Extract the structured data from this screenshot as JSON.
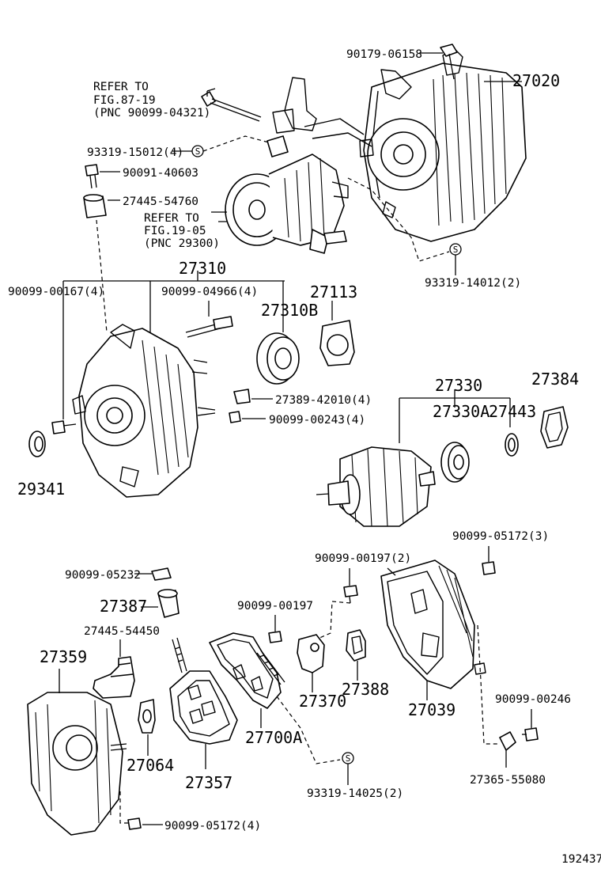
{
  "diagram": {
    "notes": {
      "refer_top": {
        "line1": "REFER TO",
        "line2": "FIG.87-19",
        "line3": "(PNC 90099-04321)"
      },
      "refer_mid": {
        "line1": "REFER TO",
        "line2": "FIG.19-05",
        "line3": "(PNC 29300)"
      }
    },
    "labels": {
      "p90179_06158": "90179-06158",
      "p27020": "27020",
      "p93319_15012": "93319-15012(4)",
      "p90091_40603": "90091-40603",
      "p27445_54760": "27445-54760",
      "p93319_14012": "93319-14012(2)",
      "p27310": "27310",
      "p90099_00167": "90099-00167(4)",
      "p90099_04966": "90099-04966(4)",
      "p27310B": "27310B",
      "p27113": "27113",
      "p27389_42010": "27389-42010(4)",
      "p90099_00243": "90099-00243(4)",
      "p27330": "27330",
      "p27384": "27384",
      "p27330A": "27330A",
      "p27443": "27443",
      "p29341": "29341",
      "p90099_05172_3": "90099-05172(3)",
      "p90099_00197_2": "90099-00197(2)",
      "p90099_05232": "90099-05232",
      "p27387": "27387",
      "p90099_00197": "90099-00197",
      "p27445_54450": "27445-54450",
      "p27359": "27359",
      "p27370": "27370",
      "p27388": "27388",
      "p27039": "27039",
      "p90099_00246": "90099-00246",
      "p27064": "27064",
      "p27700A": "27700A",
      "p27357": "27357",
      "p93319_14025": "93319-14025(2)",
      "p27365_55080": "27365-55080",
      "p90099_05172_4": "90099-05172(4)"
    },
    "s_marker": "S",
    "figure_number": "192437"
  }
}
